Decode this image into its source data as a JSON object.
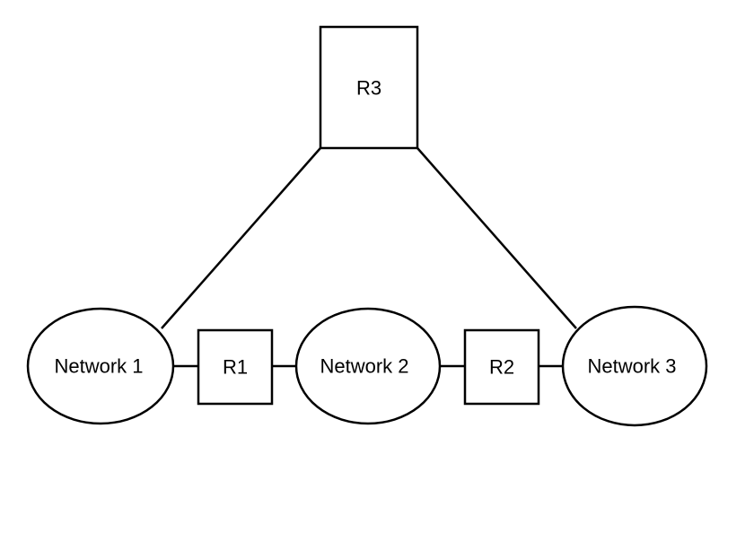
{
  "diagram": {
    "nodes": {
      "network1": {
        "label": "Network 1",
        "kind": "network"
      },
      "network2": {
        "label": "Network 2",
        "kind": "network"
      },
      "network3": {
        "label": "Network 3",
        "kind": "network"
      },
      "r1": {
        "label": "R1",
        "kind": "router"
      },
      "r2": {
        "label": "R2",
        "kind": "router"
      },
      "r3": {
        "label": "R3",
        "kind": "router"
      }
    },
    "links": [
      {
        "from": "network1",
        "to": "r1"
      },
      {
        "from": "r1",
        "to": "network2"
      },
      {
        "from": "network2",
        "to": "r2"
      },
      {
        "from": "r2",
        "to": "network3"
      },
      {
        "from": "r3",
        "to": "network1"
      },
      {
        "from": "r3",
        "to": "network3"
      }
    ]
  }
}
